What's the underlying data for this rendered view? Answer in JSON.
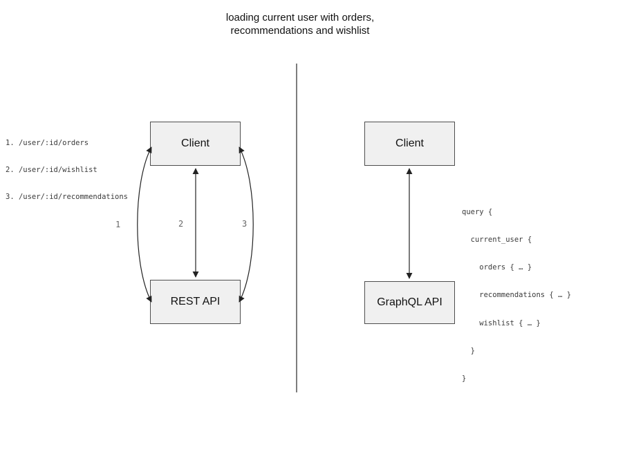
{
  "title": {
    "line1": "loading current user with orders,",
    "line2": "recommendations and wishlist"
  },
  "rest_panel": {
    "endpoints": [
      "1. /user/:id/orders",
      "2. /user/:id/wishlist",
      "3. /user/:id/recommendations"
    ],
    "client_label": "Client",
    "api_label": "REST API",
    "arrow_labels": [
      "1",
      "2",
      "3"
    ]
  },
  "graphql_panel": {
    "client_label": "Client",
    "api_label": "GraphQL API",
    "query_lines": [
      "query {",
      "  current_user {",
      "    orders { … }",
      "    recommendations { … }",
      "    wishlist { … }",
      "  }",
      "}"
    ]
  },
  "colors": {
    "box_fill": "#f0f0f0",
    "box_border": "#4d4d4d",
    "arrow": "#222222",
    "divider": "#7d7d7d",
    "muted_text": "#666666",
    "code_text": "#3a3a3a"
  }
}
